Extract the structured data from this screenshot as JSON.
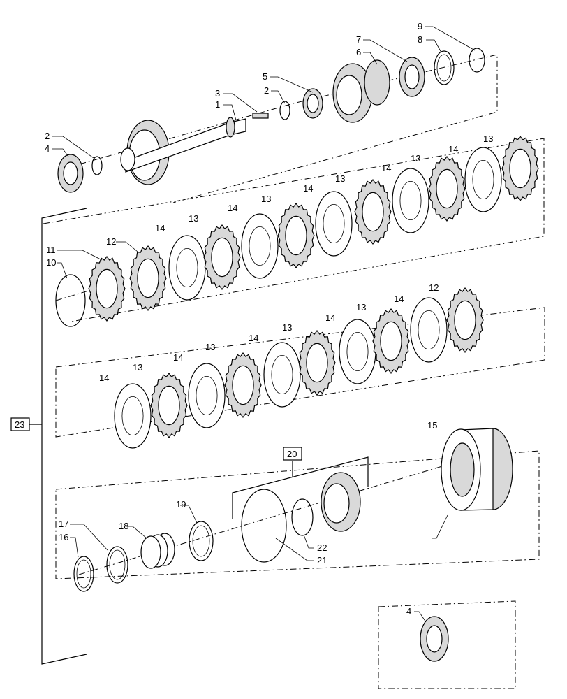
{
  "callouts": [
    {
      "id": "c3",
      "text": "3"
    },
    {
      "id": "c1",
      "text": "1"
    },
    {
      "id": "c5",
      "text": "5"
    },
    {
      "id": "c2a",
      "text": "2"
    },
    {
      "id": "c7",
      "text": "7"
    },
    {
      "id": "c6",
      "text": "6"
    },
    {
      "id": "c9",
      "text": "9"
    },
    {
      "id": "c8",
      "text": "8"
    },
    {
      "id": "c2b",
      "text": "2"
    },
    {
      "id": "c4a",
      "text": "4"
    },
    {
      "id": "c11",
      "text": "11"
    },
    {
      "id": "c10",
      "text": "10"
    },
    {
      "id": "c12a",
      "text": "12"
    },
    {
      "id": "r1_14a",
      "text": "14"
    },
    {
      "id": "r1_13a",
      "text": "13"
    },
    {
      "id": "r1_14b",
      "text": "14"
    },
    {
      "id": "r1_13b",
      "text": "13"
    },
    {
      "id": "r1_14c",
      "text": "14"
    },
    {
      "id": "r1_13c",
      "text": "13"
    },
    {
      "id": "r1_14d",
      "text": "14"
    },
    {
      "id": "r1_13d",
      "text": "13"
    },
    {
      "id": "r1_14e",
      "text": "14"
    },
    {
      "id": "r1_13e",
      "text": "13"
    },
    {
      "id": "r2_12",
      "text": "12"
    },
    {
      "id": "r2_14a",
      "text": "14"
    },
    {
      "id": "r2_13a",
      "text": "13"
    },
    {
      "id": "r2_14b",
      "text": "14"
    },
    {
      "id": "r2_13b",
      "text": "13"
    },
    {
      "id": "r2_14c",
      "text": "14"
    },
    {
      "id": "r2_13c",
      "text": "13"
    },
    {
      "id": "r2_14d",
      "text": "14"
    },
    {
      "id": "r2_13d",
      "text": "13"
    },
    {
      "id": "r2_14e",
      "text": "14"
    },
    {
      "id": "c15",
      "text": "15"
    },
    {
      "id": "c19",
      "text": "19"
    },
    {
      "id": "c17",
      "text": "17"
    },
    {
      "id": "c16",
      "text": "16"
    },
    {
      "id": "c18",
      "text": "18"
    },
    {
      "id": "c22",
      "text": "22"
    },
    {
      "id": "c21",
      "text": "21"
    },
    {
      "id": "c4b",
      "text": "4"
    }
  ],
  "boxed_callouts": [
    {
      "id": "b20",
      "text": "20"
    },
    {
      "id": "b23",
      "text": "23"
    }
  ]
}
